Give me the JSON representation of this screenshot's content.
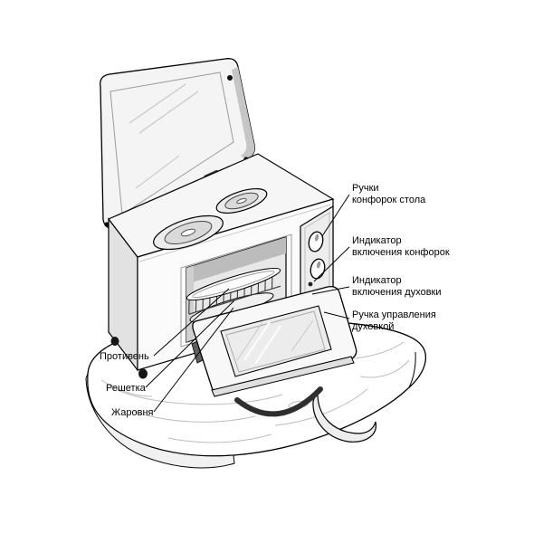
{
  "colors": {
    "ink": "#000000",
    "paper": "#ffffff"
  },
  "diagram": {
    "callouts_right": [
      {
        "lines": [
          "Ручки",
          "конфорок стола"
        ]
      },
      {
        "lines": [
          "Индикатор",
          "включения конфорок"
        ]
      },
      {
        "lines": [
          "Индикатор",
          "включения духовки"
        ]
      },
      {
        "lines": [
          "Ручка управления",
          "духовкой"
        ]
      }
    ],
    "callouts_left": [
      {
        "lines": [
          "Противень"
        ]
      },
      {
        "lines": [
          "Решетка"
        ]
      },
      {
        "lines": [
          "Жаровня"
        ]
      }
    ]
  }
}
